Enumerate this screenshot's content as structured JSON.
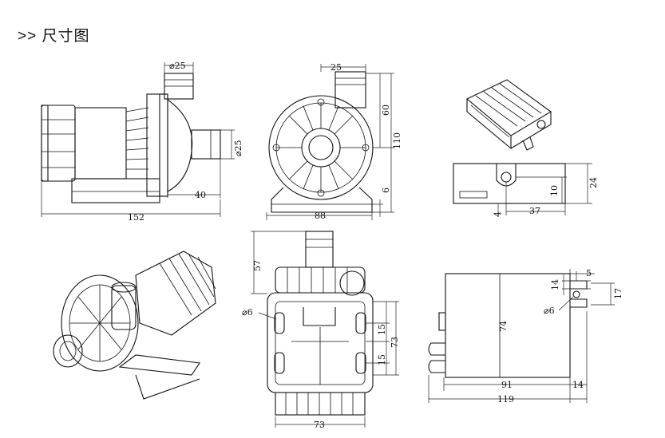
{
  "heading": ">> 尺寸图",
  "dims": {
    "v1_pipe_dia": "⌀25",
    "v1_outlet_dia": "⌀25",
    "v1_depth": "40",
    "v1_length": "152",
    "v2_pipe": "25",
    "v2_h60": "60",
    "v2_h110": "110",
    "v2_base": "6",
    "v2_width": "88",
    "v3_h24": "24",
    "v3_h10": "10",
    "v3_w4": "4",
    "v3_w37": "37",
    "v5_h57": "57",
    "v5_hole": "⌀6",
    "v5_s15a": "15",
    "v5_s15b": "15",
    "v5_h73": "73",
    "v5_w73": "73",
    "v6_w5": "5",
    "v6_h14": "14",
    "v6_h17": "17",
    "v6_hole": "⌀6",
    "v6_h74": "74",
    "v6_w91": "91",
    "v6_w14": "14",
    "v6_w119": "119"
  }
}
